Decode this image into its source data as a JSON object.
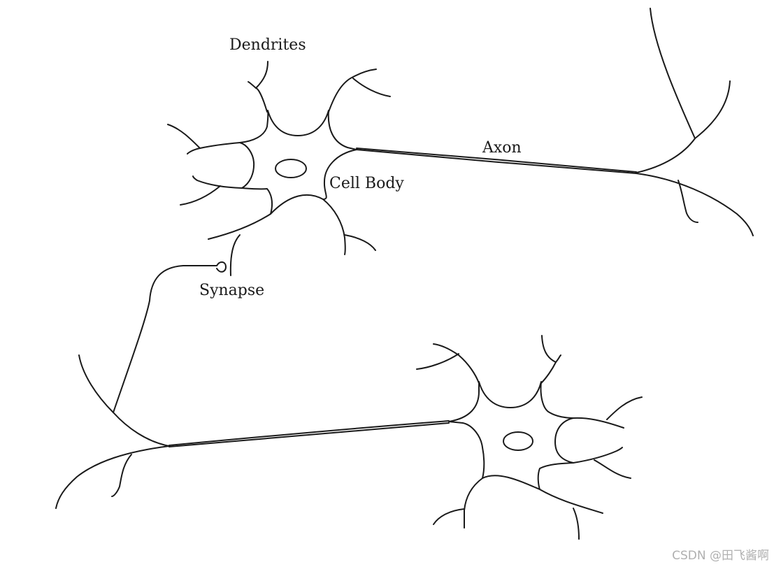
{
  "labels": {
    "dendrites": "Dendrites",
    "axon": "Axon",
    "cell_body": "Cell Body",
    "synapse": "Synapse"
  },
  "watermark": "CSDN @田飞酱啊"
}
